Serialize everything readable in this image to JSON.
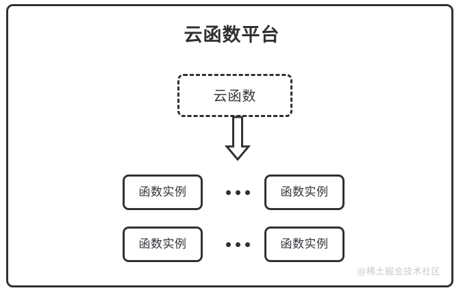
{
  "diagram": {
    "title": "云函数平台",
    "cloud_function": {
      "label": "云函数",
      "border_style": "dashed"
    },
    "arrow": {
      "icon": "down-block-arrow",
      "direction": "down"
    },
    "instance_rows": [
      {
        "left": {
          "label": "函数实例"
        },
        "ellipsis": "•••",
        "right": {
          "label": "函数实例"
        }
      },
      {
        "left": {
          "label": "函数实例"
        },
        "ellipsis": "•••",
        "right": {
          "label": "函数实例"
        }
      }
    ],
    "watermark": "@稀土掘金技术社区",
    "colors": {
      "stroke": "#2f3033",
      "text": "#33343a",
      "background": "#ffffff",
      "watermark": "#c9cacd"
    }
  }
}
